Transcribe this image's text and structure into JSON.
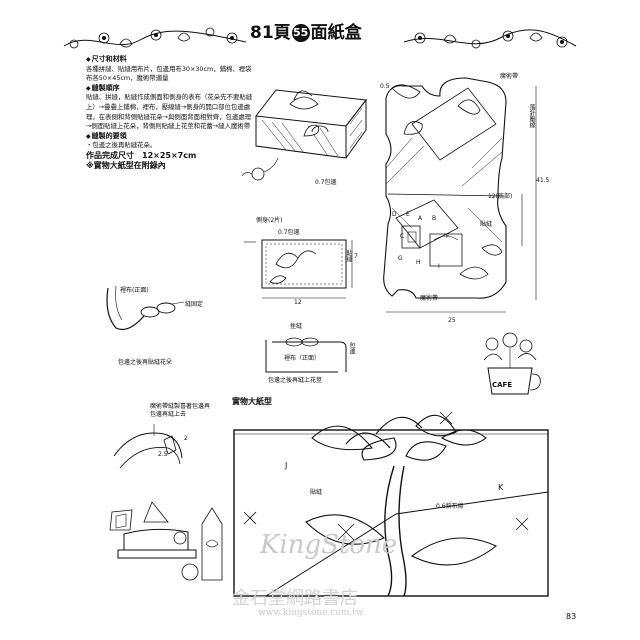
{
  "header": {
    "title_pre": "81頁",
    "title_num": "55",
    "title_post": "面紙盒"
  },
  "instructions": {
    "size_heading": "尺寸和材料",
    "size_body": "各種拼縫、貼縫用布片，包邊用布30×30cm，鋪棉、裡袋布各50×45cm，魔術帶適量",
    "steps_heading": "縫製順序",
    "steps_body": "貼縫、拼縫，貼縫作成側面和側身的表布（花朵先不要貼縫上）→疊疊上鋪棉，裡布，壓線縫→側身的開口部位包邊處理，在表側和背側貼縫花朵→與側面背面相對齊，包邊處理→側面貼縫上花朵，背側則貼縫上花莖和花蕾→縫入魔術帶",
    "tips_heading": "縫製的要領",
    "tips_body": "・包邊之後再貼縫花朵。",
    "finished_label": "作品完成尺寸　12×25×7cm",
    "pattern_note": "※實物大紙型在附錄內"
  },
  "labels": {
    "dim_07_edge": "0.7包邊",
    "side_gusset": "側身(2片)",
    "dim_07": "0.7包邊",
    "dim_7": "7",
    "dim_12": "12",
    "quilting": "貼縫",
    "lining_front": "裡布(正面)",
    "sew_fix": "縫固定",
    "after_binding_flower": "包邊之後再貼縫花朵",
    "blind_stitch": "挫縫",
    "lining_front2": "裡布（正面）",
    "after_binding_line": "包邊之後再縫上花莖",
    "binding_2": "包邊",
    "velcro_bag": "魔術帶縫製喜著包邊再",
    "velcro_bag2": "包邊再縫上去",
    "velcro_top": "魔術帶",
    "velcro_bottom": "魔術帶",
    "fold_line": "落針壓線",
    "dim_415": "41.5",
    "dim_12_fold": "12(底部)",
    "dim_25": "25",
    "dim_05": "0.5",
    "piece_A": "A",
    "piece_B": "B",
    "piece_C": "C",
    "piece_D": "D",
    "piece_E": "E",
    "piece_F": "F",
    "piece_G": "G",
    "piece_H": "H",
    "piece_I": "I",
    "quilt_right": "貼縫",
    "n_2": "2",
    "n_25": "2.5",
    "cafe": "CAFÉ"
  },
  "full_pattern": {
    "title": "實物大紙型",
    "label_J": "J",
    "label_K": "K",
    "applique": "貼縫",
    "bias_strip": "0.6斜布條"
  },
  "watermark": {
    "latin": "KingStone",
    "cjk": "金石堂網路書店",
    "url": "www.kingstone.com.tw"
  },
  "page_number": "83"
}
